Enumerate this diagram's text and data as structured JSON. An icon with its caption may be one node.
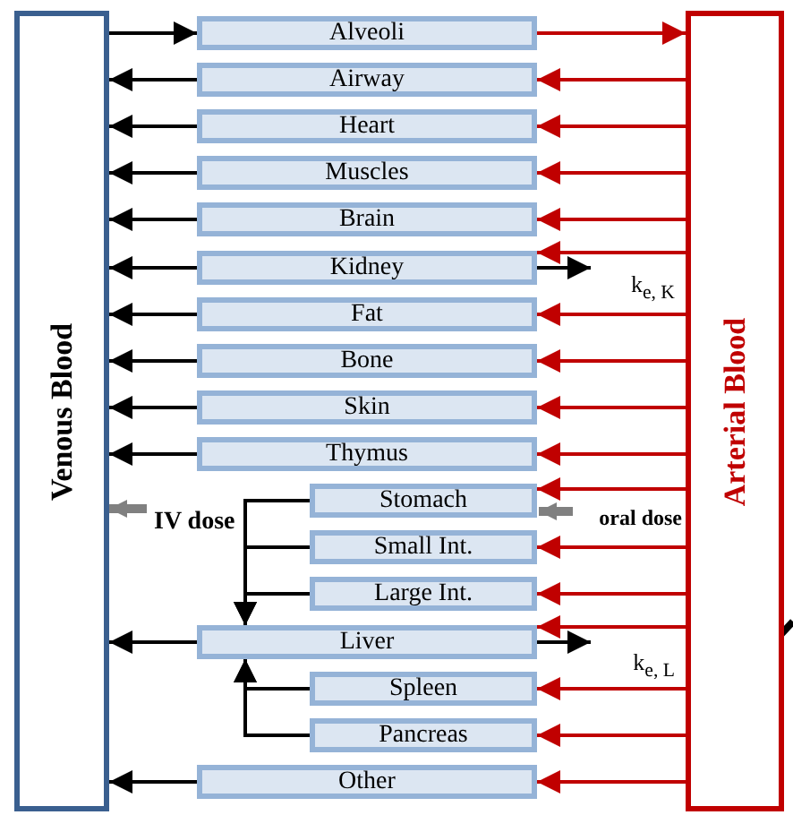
{
  "diagram": {
    "nodes": [
      {
        "text": [
          "Venous Blood"
        ]
      },
      {
        "text": [
          "Arterial Blood"
        ]
      },
      {
        "text": [
          "Alveoli"
        ]
      },
      {
        "text": [
          "Airway"
        ]
      },
      {
        "text": [
          "Heart"
        ]
      },
      {
        "text": [
          "Muscles"
        ]
      },
      {
        "text": [
          "Brain"
        ]
      },
      {
        "text": [
          "Kidney"
        ]
      },
      {
        "text": [
          "Fat"
        ]
      },
      {
        "text": [
          "Bone"
        ]
      },
      {
        "text": [
          "Skin"
        ]
      },
      {
        "text": [
          "Thymus"
        ]
      },
      {
        "text": [
          "Stomach"
        ]
      },
      {
        "text": [
          "Small Int."
        ]
      },
      {
        "text": [
          "Large Int."
        ]
      },
      {
        "text": [
          "Liver"
        ]
      },
      {
        "text": [
          "Spleen"
        ]
      },
      {
        "text": [
          "Pancreas"
        ]
      },
      {
        "text": [
          "Other"
        ]
      },
      {
        "text": [
          "k$_{e, K}$"
        ]
      },
      {
        "text": [
          "IV dose"
        ]
      },
      {
        "text": [
          "oral dose"
        ]
      },
      {
        "text": [
          "k$_{e, L}$"
        ]
      }
    ],
    "edges": [
      {
        "from": 0,
        "to": 2,
        "arrow": "to"
      },
      {
        "from": 2,
        "to": 1,
        "arrow": "to",
        "color": "#c00000"
      },
      {
        "from": 1,
        "to": 3,
        "arrow": "to",
        "color": "#c00000"
      },
      {
        "from": 1,
        "to": 4,
        "arrow": "to",
        "color": "#c00000"
      },
      {
        "from": 1,
        "to": 5,
        "arrow": "to",
        "color": "#c00000"
      },
      {
        "from": 1,
        "to": 6,
        "arrow": "to",
        "color": "#c00000"
      },
      {
        "from": 1,
        "to": 7,
        "arrow": "to",
        "color": "#c00000"
      },
      {
        "from": 1,
        "to": 8,
        "arrow": "to",
        "color": "#c00000"
      },
      {
        "from": 1,
        "to": 9,
        "arrow": "to",
        "color": "#c00000"
      },
      {
        "from": 1,
        "to": 10,
        "arrow": "to",
        "color": "#c00000"
      },
      {
        "from": 1,
        "to": 11,
        "arrow": "to",
        "color": "#c00000"
      },
      {
        "from": 1,
        "to": 12,
        "arrow": "to",
        "color": "#c00000"
      },
      {
        "from": 1,
        "to": 13,
        "arrow": "to",
        "color": "#c00000"
      },
      {
        "from": 1,
        "to": 14,
        "arrow": "to",
        "color": "#c00000"
      },
      {
        "from": 1,
        "to": 15,
        "arrow": "to",
        "color": "#c00000"
      },
      {
        "from": 1,
        "to": 16,
        "arrow": "to",
        "color": "#c00000"
      },
      {
        "from": 1,
        "to": 17,
        "arrow": "to",
        "color": "#c00000"
      },
      {
        "from": 1,
        "to": 18,
        "arrow": "to",
        "color": "#c00000"
      },
      {
        "from": 3,
        "to": 0,
        "arrow": "to"
      },
      {
        "from": 4,
        "to": 0,
        "arrow": "to"
      },
      {
        "from": 5,
        "to": 0,
        "arrow": "to"
      },
      {
        "from": 6,
        "to": 0,
        "arrow": "to"
      },
      {
        "from": 7,
        "to": 0,
        "arrow": "to"
      },
      {
        "from": 8,
        "to": 0,
        "arrow": "to"
      },
      {
        "from": 9,
        "to": 0,
        "arrow": "to"
      },
      {
        "from": 10,
        "to": 0,
        "arrow": "to"
      },
      {
        "from": 11,
        "to": 0,
        "arrow": "to"
      },
      {
        "from": 15,
        "to": 0,
        "arrow": "to"
      },
      {
        "from": 18,
        "to": 0,
        "arrow": "to"
      },
      {
        "from": 12,
        "to": 15,
        "arrow": "to"
      },
      {
        "from": 13,
        "to": 15,
        "arrow": "to"
      },
      {
        "from": 14,
        "to": 15,
        "arrow": "to"
      },
      {
        "from": 16,
        "to": 15,
        "arrow": "to"
      },
      {
        "from": 17,
        "to": 15,
        "arrow": "to"
      },
      {
        "from": 7,
        "to": 19,
        "arrow": "to"
      },
      {
        "from": 15,
        "to": 22,
        "arrow": "to"
      },
      {
        "from": 20,
        "to": 0,
        "arrow": "to",
        "style": "thick",
        "color": "#808080"
      },
      {
        "from": 21,
        "to": 12,
        "arrow": "to",
        "style": "thick",
        "color": "#808080"
      }
    ]
  }
}
